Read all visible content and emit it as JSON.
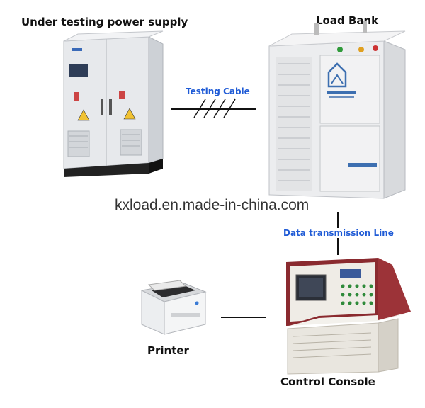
{
  "labels": {
    "power_supply": "Under testing power supply",
    "load_bank": "Load Bank",
    "testing_cable": "Testing Cable",
    "data_line": "Data transmission Line",
    "printer": "Printer",
    "control_console": "Control Console"
  },
  "watermark": "kxload.en.made-in-china.com",
  "colors": {
    "link_label": "#1f5bd6",
    "console_frame": "#8a2a2f"
  }
}
